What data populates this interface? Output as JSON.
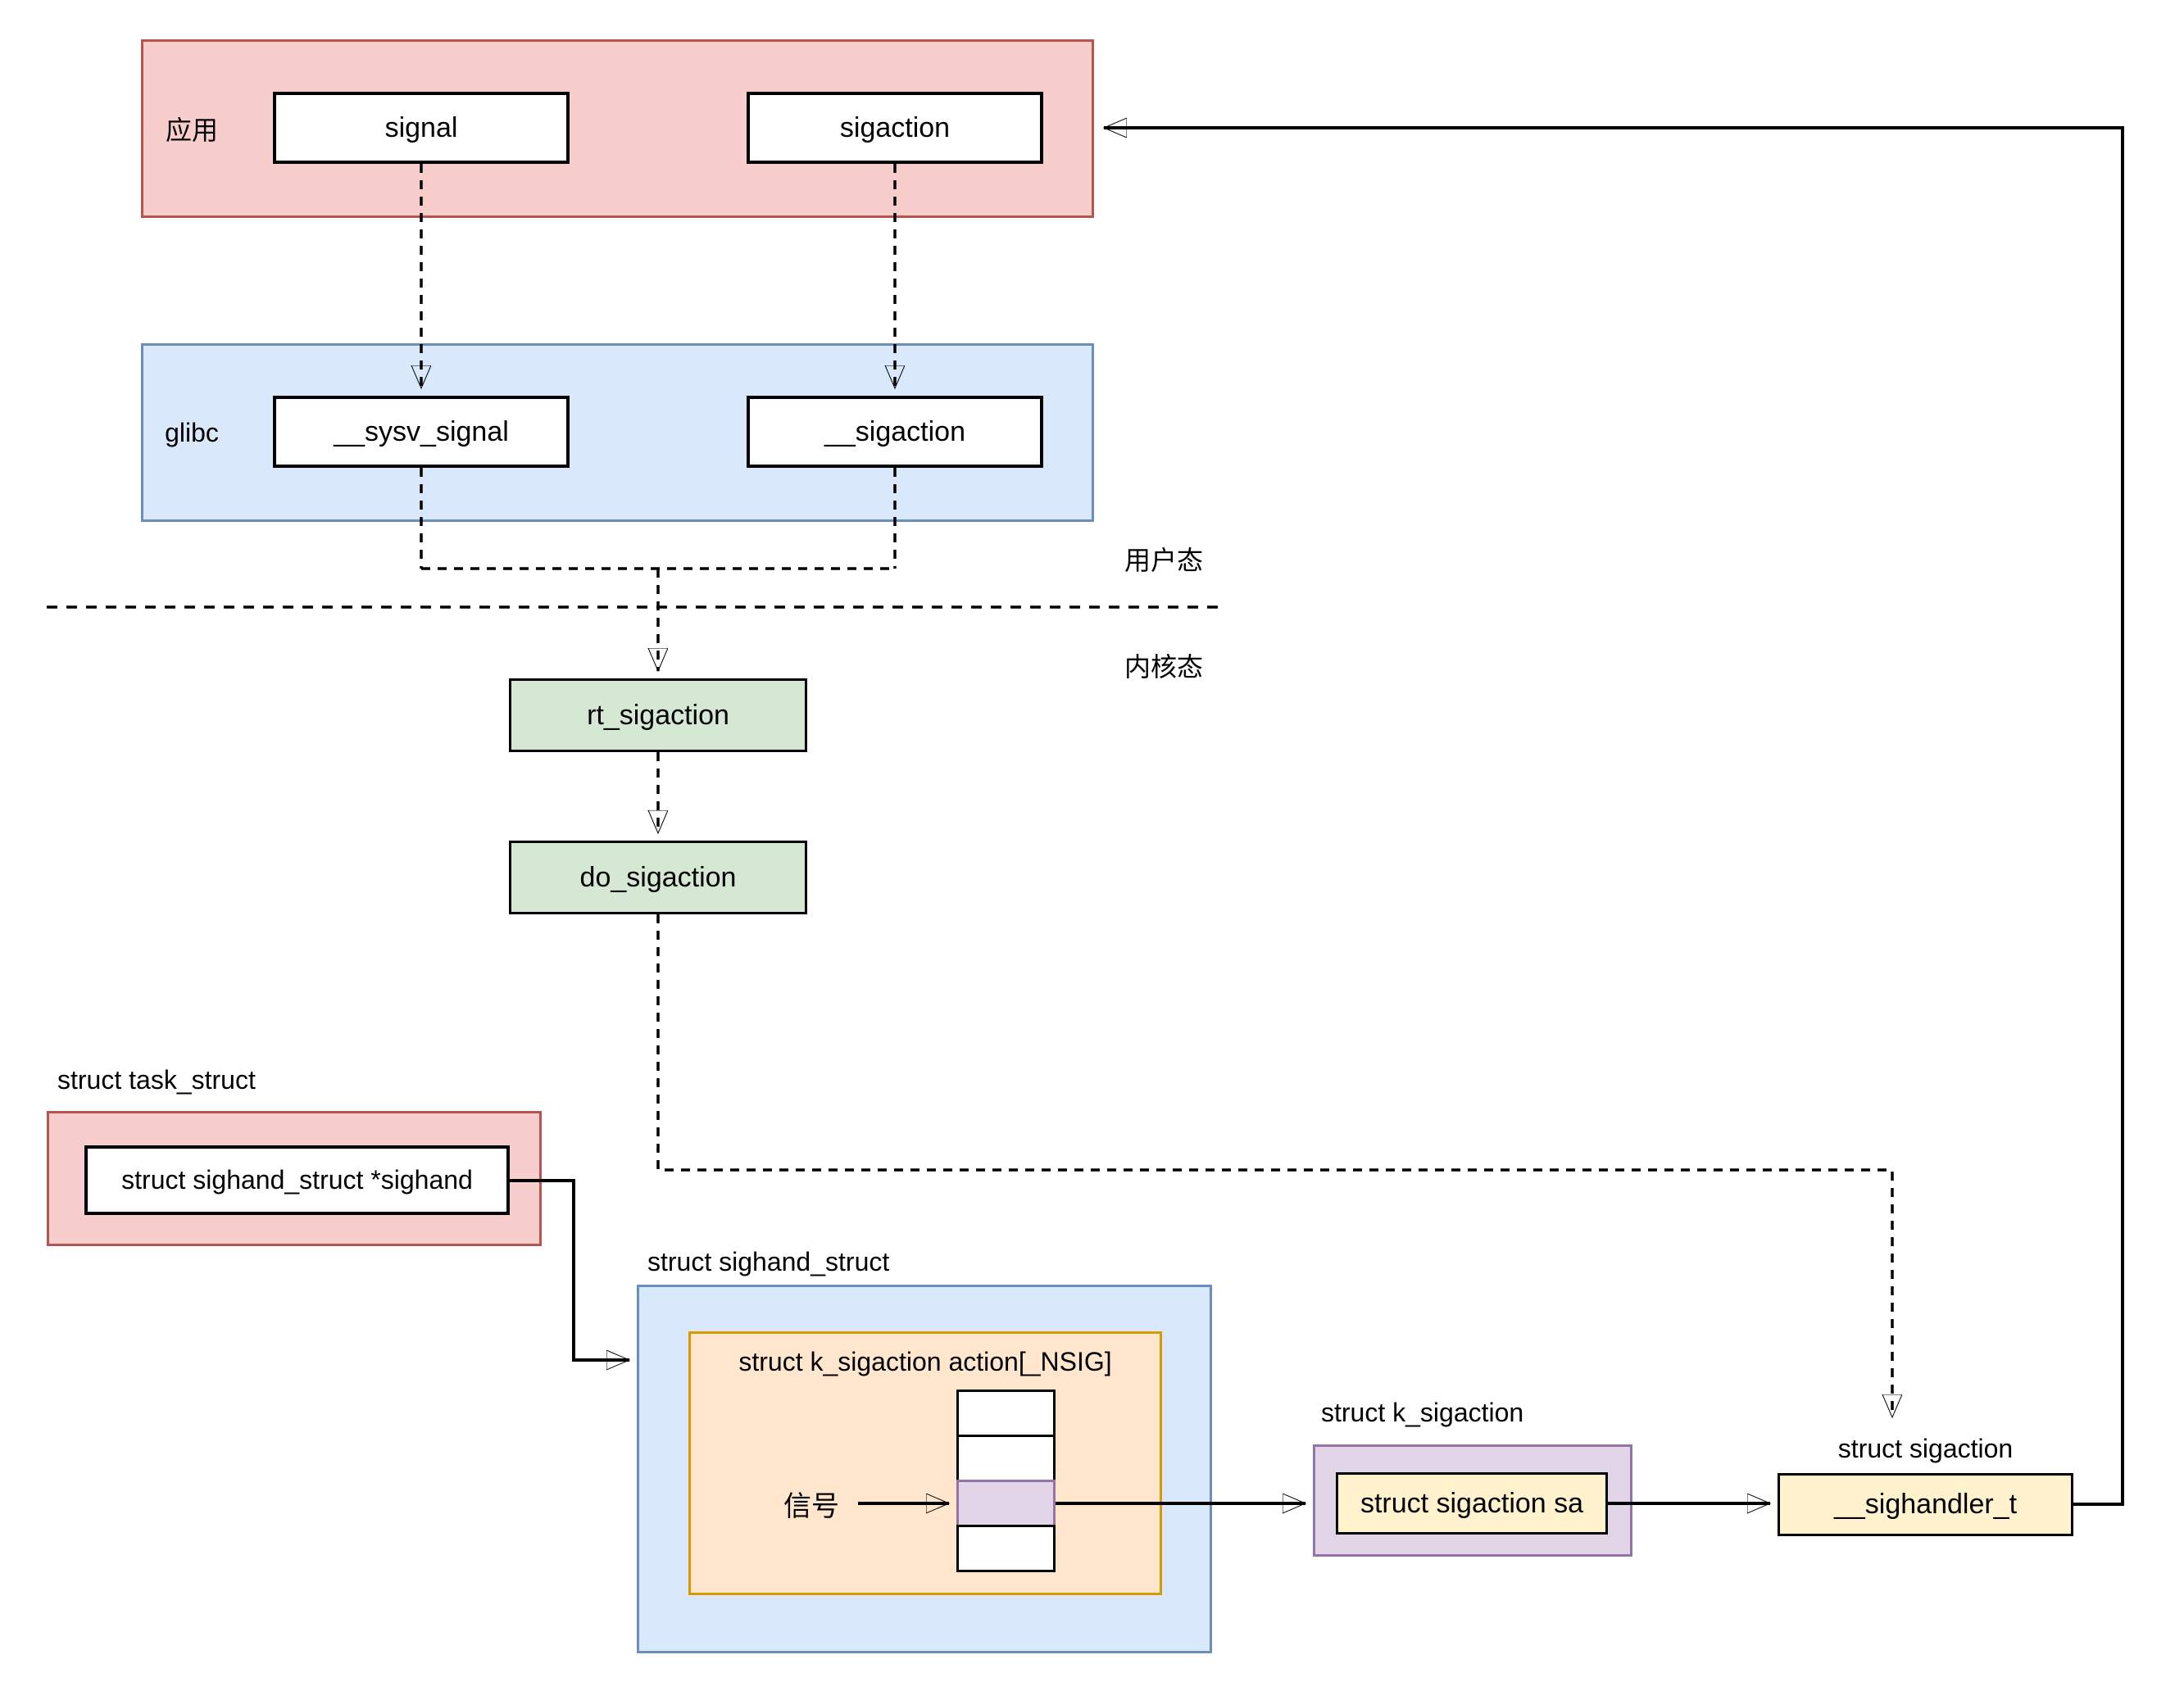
{
  "colors": {
    "pink_fill": "#f8cecc",
    "pink_border": "#b85450",
    "blue_fill": "#dae8fc",
    "blue_border": "#6c8ebf",
    "green_fill": "#d5e8d4",
    "green_border": "#82b366",
    "orange_fill": "#ffe6cc",
    "orange_border": "#d79b00",
    "purple_fill": "#e1d5e7",
    "purple_border": "#9673a6",
    "yellow_fill": "#fff2cc",
    "yellow_border": "#d6b656",
    "line": "#000000"
  },
  "app_layer": {
    "label": "应用",
    "signal": "signal",
    "sigaction": "sigaction"
  },
  "glibc_layer": {
    "label": "glibc",
    "sysv_signal": "__sysv_signal",
    "sigaction": "__sigaction"
  },
  "boundary": {
    "user_mode": "用户态",
    "kernel_mode": "内核态"
  },
  "kernel": {
    "rt_sigaction": "rt_sigaction",
    "do_sigaction": "do_sigaction"
  },
  "task_struct": {
    "title": "struct task_struct",
    "sighand_field": "struct sighand_struct *sighand"
  },
  "sighand_struct": {
    "title": "struct sighand_struct",
    "array_label": "struct k_sigaction action[_NSIG]",
    "signal_label": "信号"
  },
  "k_sigaction": {
    "title": "struct k_sigaction",
    "sa_field": "struct sigaction sa"
  },
  "sigaction_struct": {
    "title": "struct sigaction",
    "handler_field": "__sighandler_t"
  }
}
